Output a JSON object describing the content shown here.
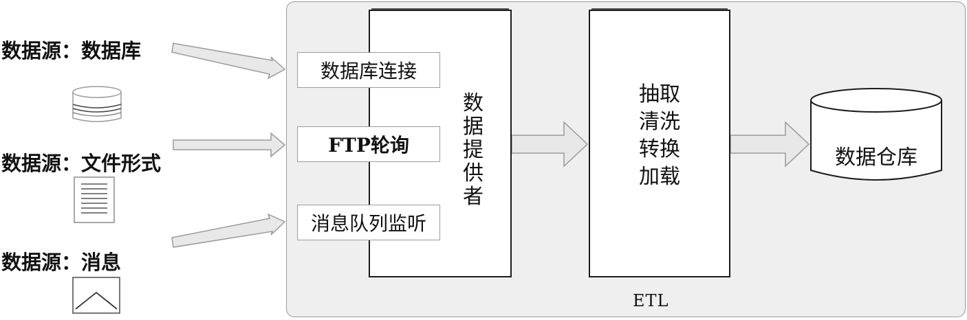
{
  "sources": [
    {
      "label": "数据源：数据库",
      "icon": "database-icon"
    },
    {
      "label": "数据源：文件形式",
      "icon": "document-icon"
    },
    {
      "label": "数据源：消息",
      "icon": "envelope-icon"
    }
  ],
  "connectors": [
    {
      "label": "数据库连接"
    },
    {
      "label": "FTP轮询"
    },
    {
      "label": "消息队列监听"
    }
  ],
  "provider": {
    "chars": [
      "数",
      "据",
      "提",
      "供",
      "者"
    ]
  },
  "etl": {
    "steps": [
      "抽取",
      "清洗",
      "转换",
      "加载"
    ],
    "caption": "ETL"
  },
  "warehouse": {
    "label": "数据仓库"
  },
  "colors": {
    "panel": "#efefef",
    "arrow_fill": "#e8e8e8",
    "arrow_stroke": "#9a9a9a"
  }
}
